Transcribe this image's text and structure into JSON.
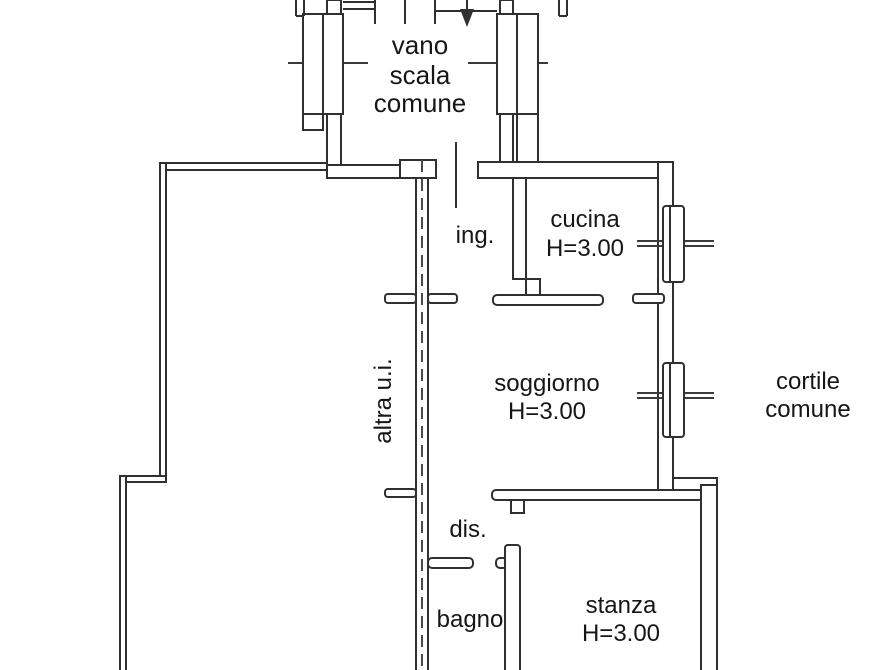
{
  "plan": {
    "type": "floor-plan",
    "labels": {
      "stairwell_line1": "vano",
      "stairwell_line2": "scala",
      "stairwell_line3": "comune",
      "entrance": "ing.",
      "kitchen": "cucina",
      "kitchen_height": "H=3.00",
      "living_room": "soggiorno",
      "living_room_height": "H=3.00",
      "courtyard_line1": "cortile",
      "courtyard_line2": "comune",
      "other_unit": "altra u.i.",
      "hallway": "dis.",
      "bathroom": "bagno",
      "bedroom": "stanza",
      "bedroom_height": "H=3.00"
    },
    "colors": {
      "background": "#ffffff",
      "wall_line": "#303030",
      "boundary_dash": "#4a4a4a",
      "text": "#161616"
    }
  }
}
